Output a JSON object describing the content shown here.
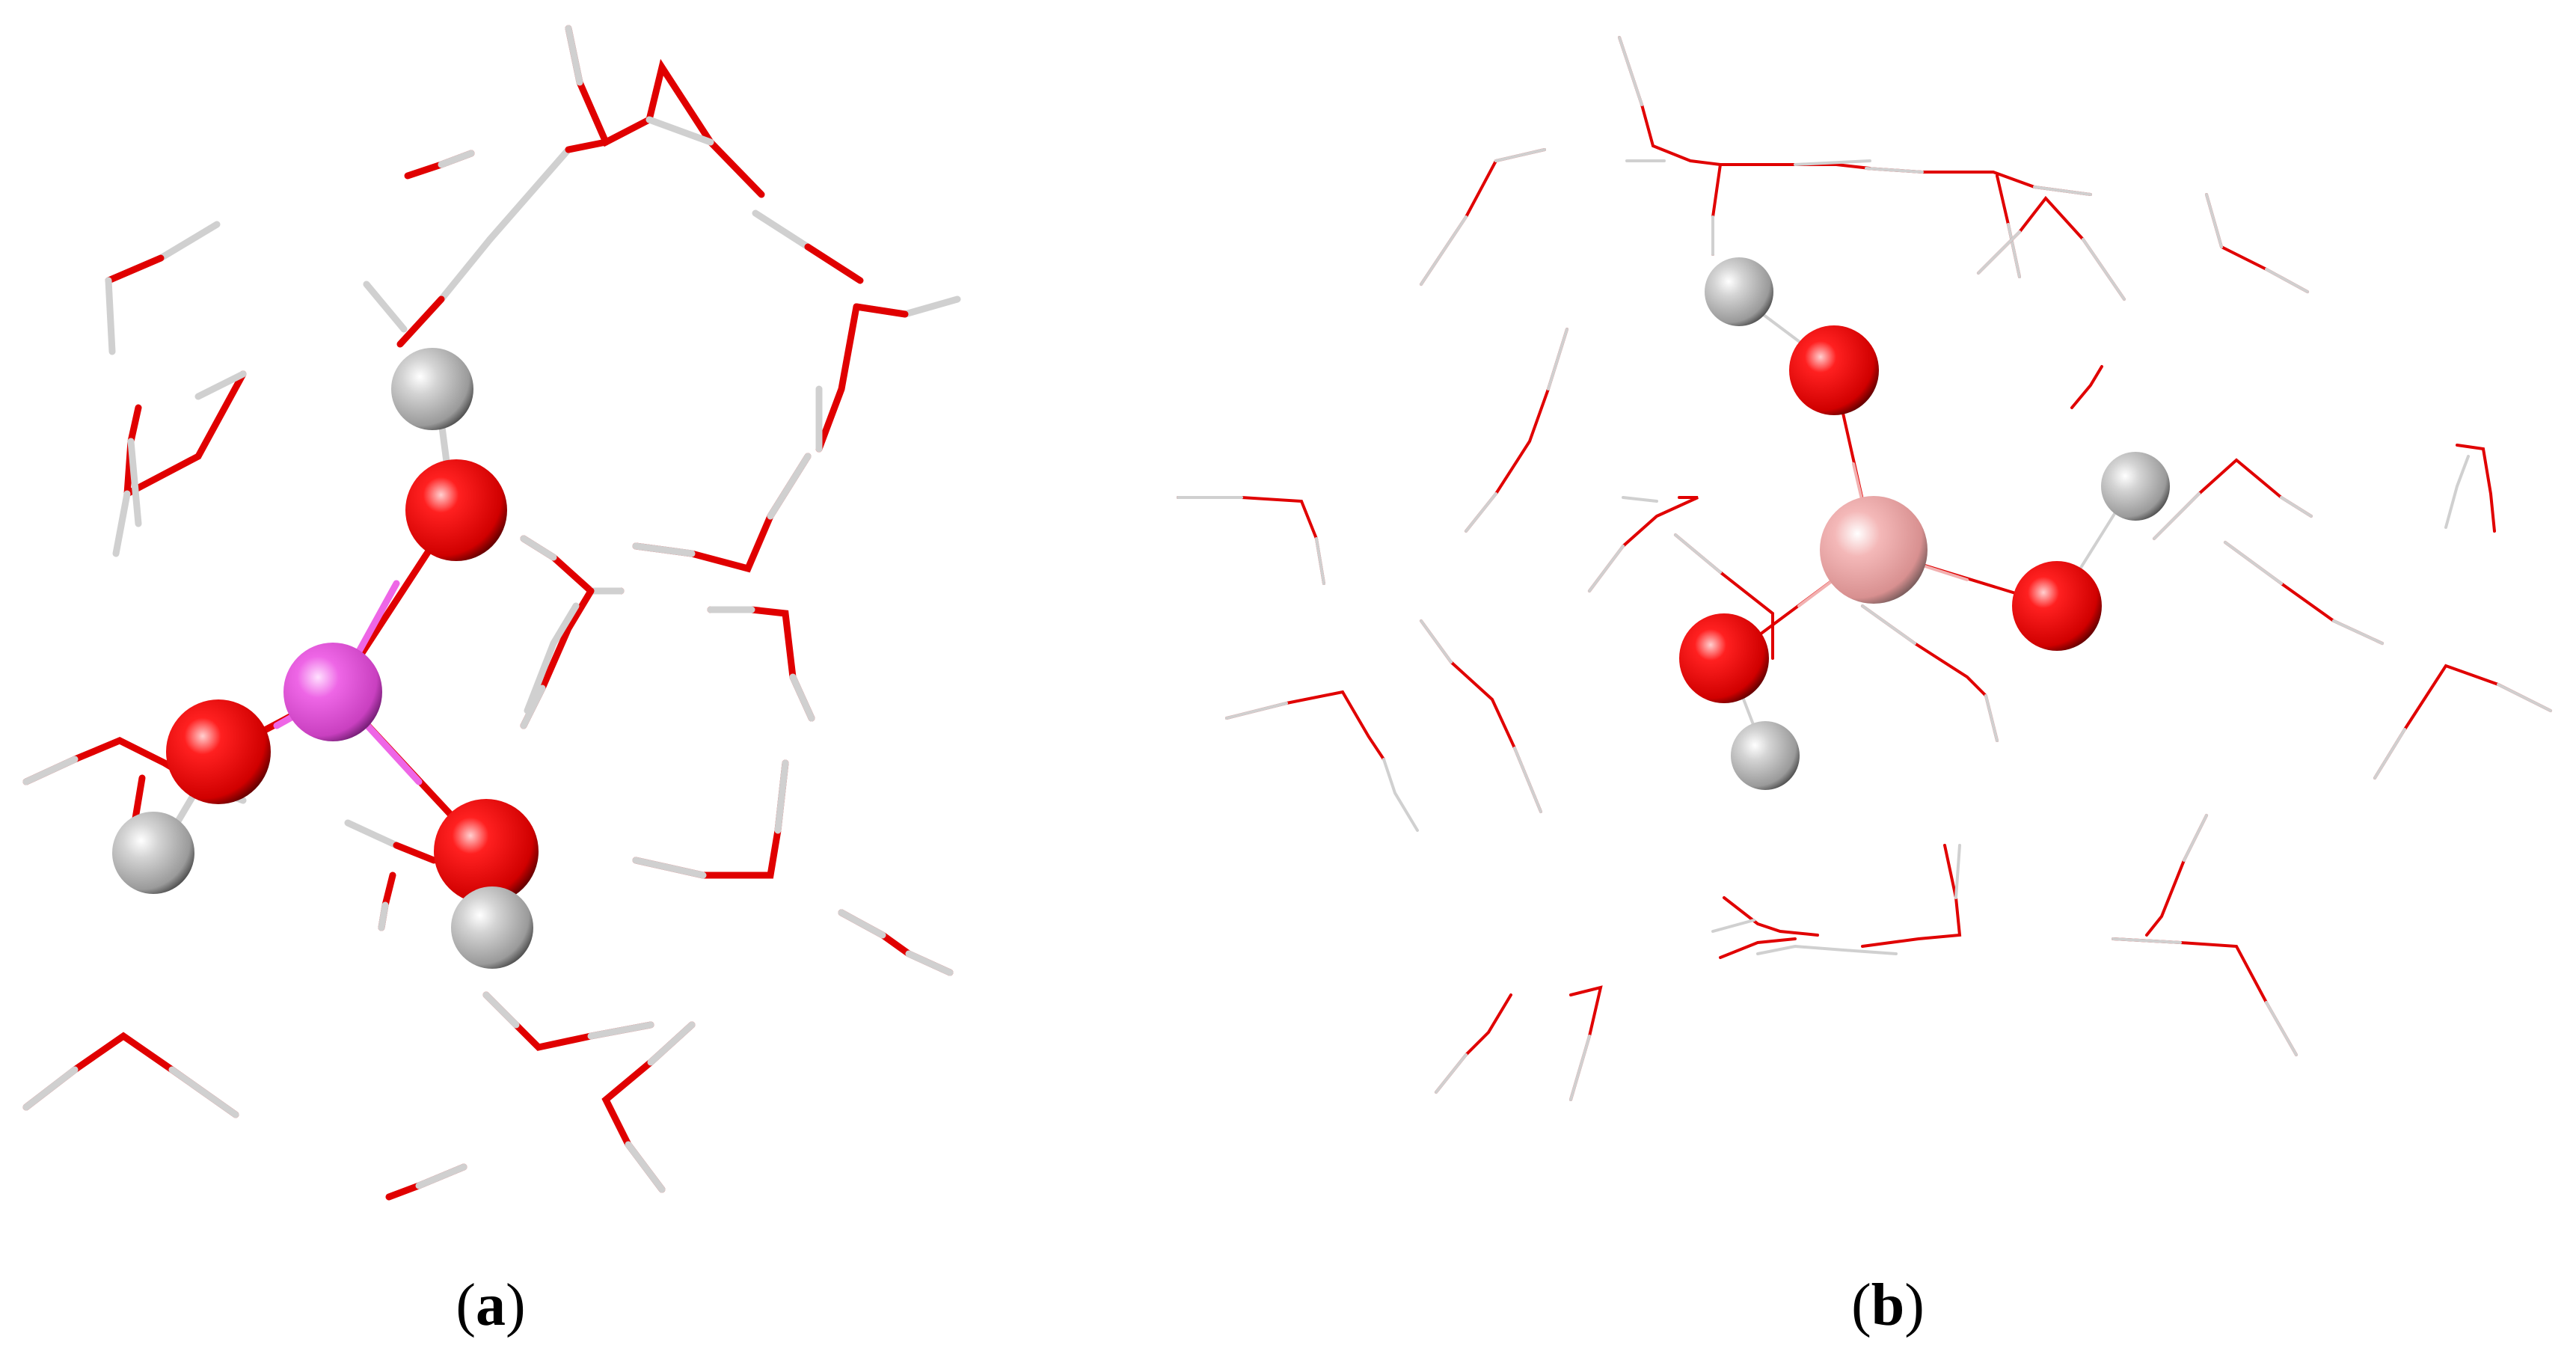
{
  "panels": [
    {
      "id": "a",
      "caption_letter": "a",
      "central_atom_color": "#e85ce0",
      "oxygen_color": "#e00000",
      "hydrogen_color": "#c8c8c8"
    },
    {
      "id": "b",
      "caption_letter": "b",
      "central_atom_color": "#f2b0b0",
      "oxygen_color": "#e00000",
      "hydrogen_color": "#c8c8c8"
    }
  ]
}
